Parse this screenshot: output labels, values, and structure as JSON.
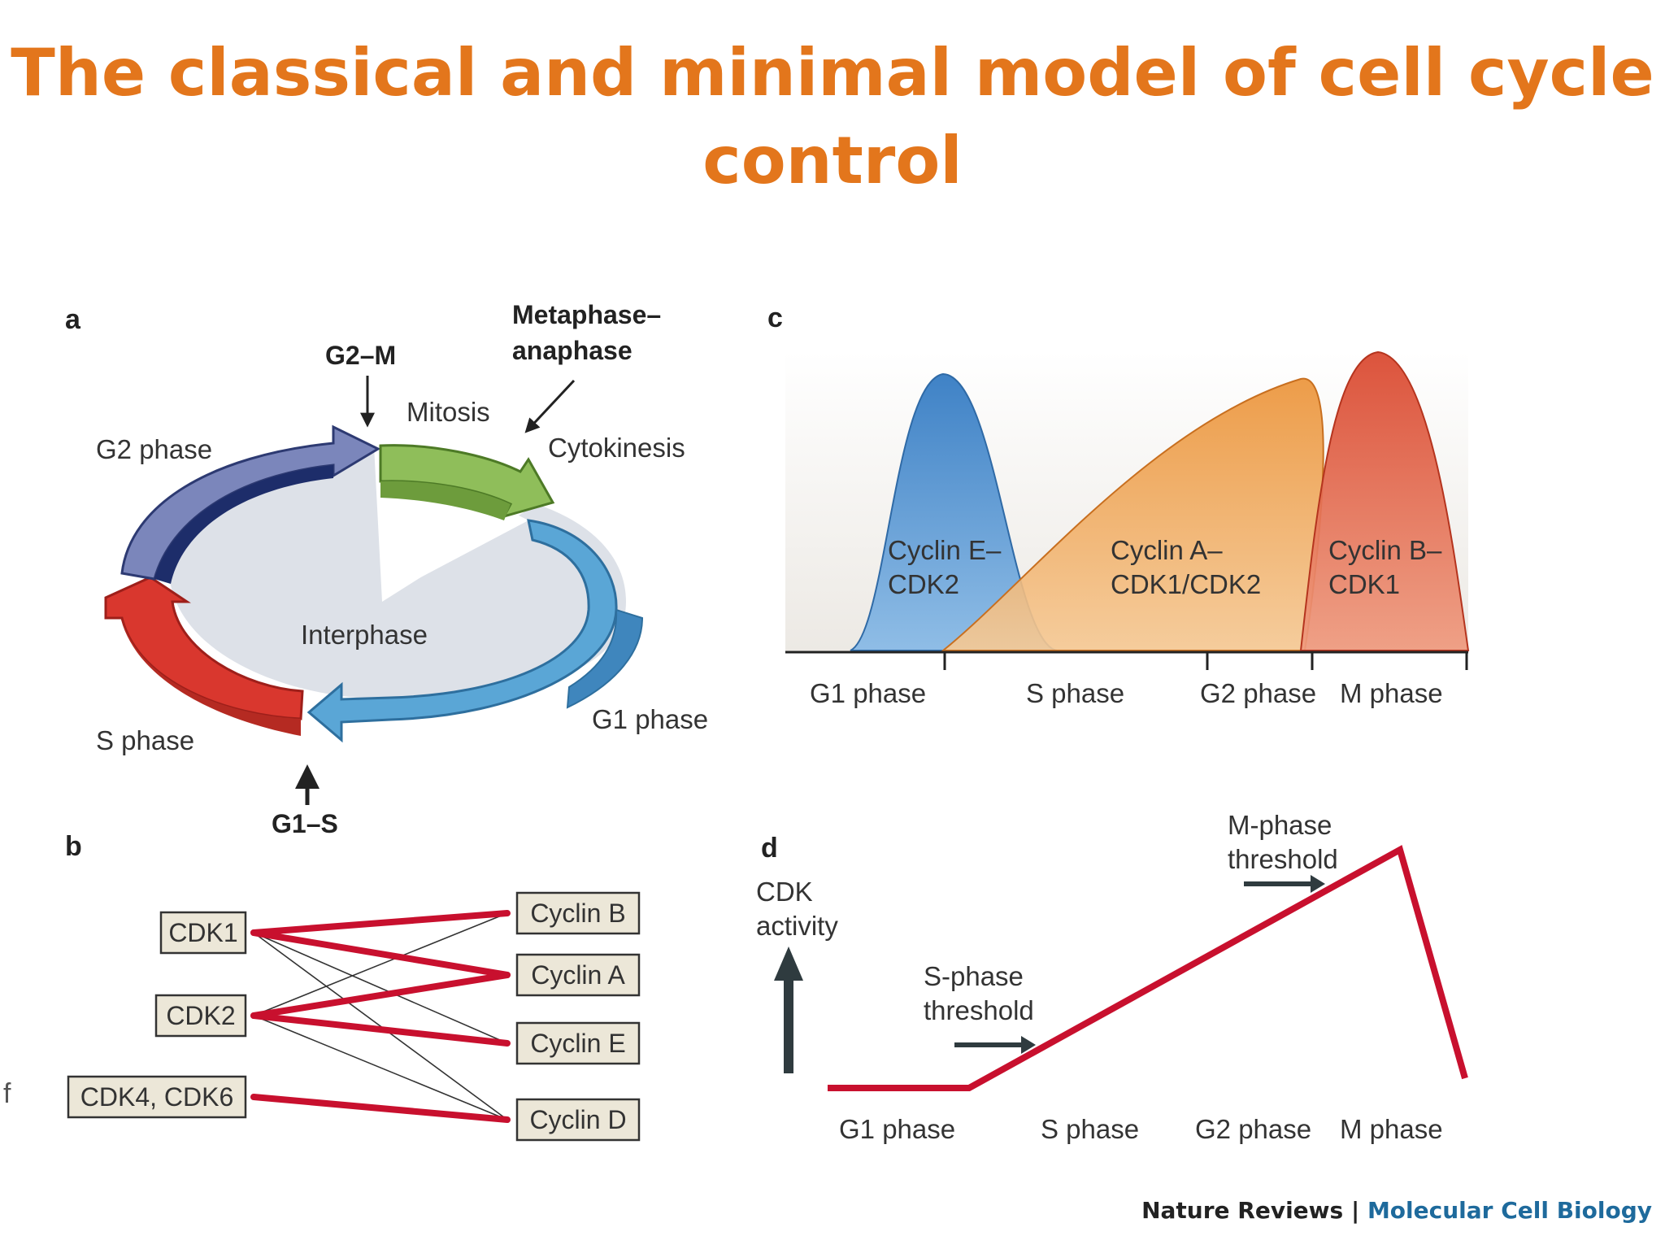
{
  "title": {
    "line1": "The classical and minimal model of cell cycle",
    "line2": "control"
  },
  "panels": {
    "a": {
      "letter": "a",
      "checkpoints": {
        "g2m": "G2–M",
        "metaphase_anaphase_1": "Metaphase–",
        "metaphase_anaphase_2": "anaphase",
        "g1s": "G1–S"
      },
      "labels": {
        "mitosis": "Mitosis",
        "cytokinesis": "Cytokinesis",
        "g2": "G2 phase",
        "s": "S phase",
        "g1": "G1 phase",
        "interphase": "Interphase"
      },
      "colors": {
        "mitosis": "#8fbe5a",
        "g2": "#7b86bb",
        "s": "#d9372e",
        "g1": "#5aa6d6",
        "interphase_fill": "#dde1e8"
      }
    },
    "b": {
      "letter": "b",
      "cdks": [
        "CDK1",
        "CDK2",
        "CDK4, CDK6"
      ],
      "cyclins": [
        "Cyclin B",
        "Cyclin A",
        "Cyclin E",
        "Cyclin D"
      ],
      "primary_links": [
        [
          "CDK1",
          "Cyclin B"
        ],
        [
          "CDK1",
          "Cyclin A"
        ],
        [
          "CDK2",
          "Cyclin A"
        ],
        [
          "CDK2",
          "Cyclin E"
        ],
        [
          "CDK4, CDK6",
          "Cyclin D"
        ]
      ],
      "minor_links": [
        [
          "CDK1",
          "Cyclin E"
        ],
        [
          "CDK1",
          "Cyclin D"
        ],
        [
          "CDK2",
          "Cyclin B"
        ],
        [
          "CDK2",
          "Cyclin D"
        ]
      ],
      "colors": {
        "primary": "#c8102e",
        "minor": "#333333",
        "box": "#ece7d8"
      }
    },
    "c": {
      "letter": "c",
      "phases": [
        "G1 phase",
        "S phase",
        "G2 phase",
        "M phase"
      ],
      "complexes": [
        {
          "line1": "Cyclin E–",
          "line2": "CDK2",
          "color": "#4f8fcf"
        },
        {
          "line1": "Cyclin A–",
          "line2": "CDK1/CDK2",
          "color": "#f0a050"
        },
        {
          "line1": "Cyclin B–",
          "line2": "CDK1",
          "color": "#e1553a"
        }
      ]
    },
    "d": {
      "letter": "d",
      "ylabel_1": "CDK",
      "ylabel_2": "activity",
      "phases": [
        "G1 phase",
        "S phase",
        "G2 phase",
        "M phase"
      ],
      "s_threshold_1": "S-phase",
      "s_threshold_2": "threshold",
      "m_threshold_1": "M-phase",
      "m_threshold_2": "threshold",
      "colors": {
        "line": "#c8102e",
        "arrow": "#2f3b3f"
      }
    }
  },
  "stray_marks": [
    "f"
  ],
  "credit": {
    "publisher": "Nature Reviews",
    "separator": "|",
    "journal": "Molecular Cell Biology"
  }
}
